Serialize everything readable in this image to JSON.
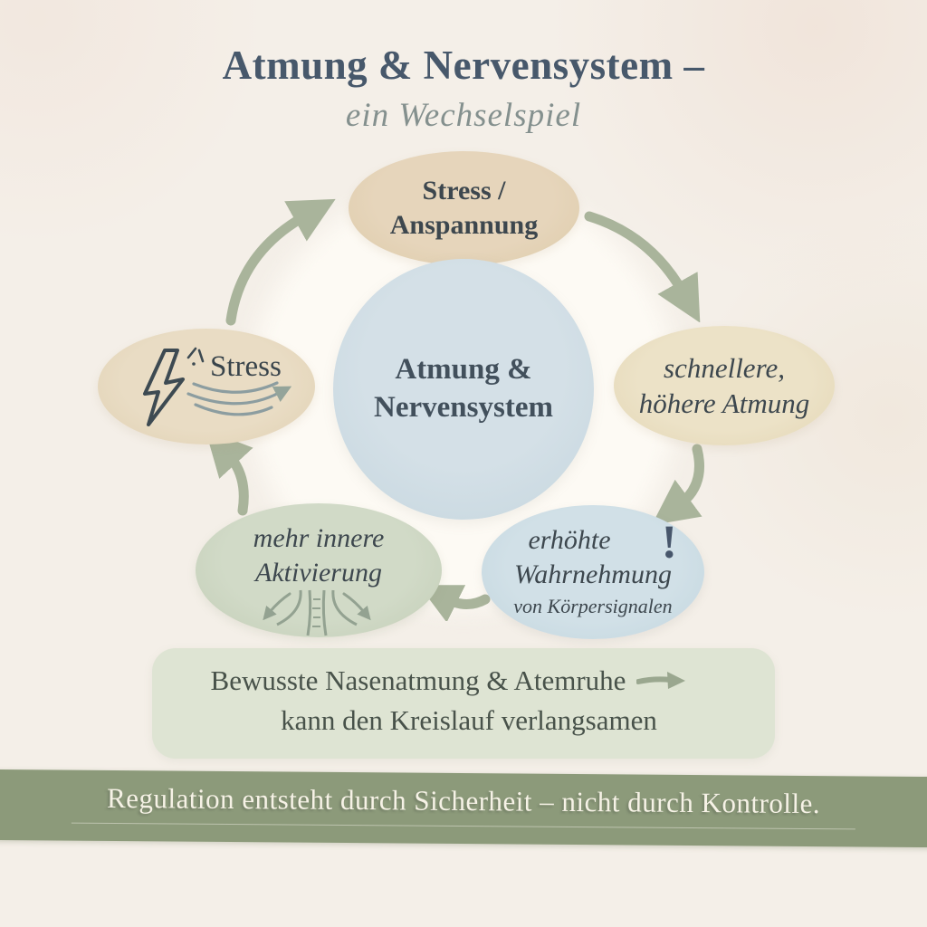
{
  "header": {
    "title": "Atmung & Nervensystem –",
    "subtitle": "ein Wechselspiel"
  },
  "center_node": {
    "line1": "Atmung &",
    "line2": "Nervensystem"
  },
  "nodes": {
    "stress_anspannung": {
      "line1": "Stress /",
      "line2": "Anspannung"
    },
    "schnellere_atmung": {
      "line1": "schnellere,",
      "line2": "höhere Atmung"
    },
    "erhoehte_wahrnehmung": {
      "line1": "erhöhte",
      "line2": "Wahrnehmung",
      "line3": "von Körpersignalen",
      "exclamation": "!"
    },
    "innere_aktivierung": {
      "line1": "mehr innere",
      "line2": "Aktivierung"
    },
    "stress": {
      "label": "Stress"
    }
  },
  "callout": {
    "line1": "Bewusste Nasenatmung & Atemruhe",
    "arrow_glyph": "→",
    "line2": "kann den Kreislauf verlangsamen"
  },
  "footer": {
    "text": "Regulation entsteht durch Sicherheit – nicht durch Kontrolle."
  },
  "icons": {
    "lightning": "lightning-bolt-icon",
    "breath_waves": "breath-waves-icon",
    "nerves": "nerve-branches-icon",
    "exclamation": "exclamation-icon",
    "cycle_arrows": "curved-arrow-icon",
    "callout_arrow": "right-arrow-icon"
  },
  "colors": {
    "background": "#f4efe8",
    "halo": "#fdfaf4",
    "ellipse_tan": "#e4d3b8",
    "ellipse_cream": "#ebe1c6",
    "ellipse_blue": "#cfdfe6",
    "ellipse_sage": "#cfd8c6",
    "center_blue": "#d2dfe6",
    "callout_bg": "#dee4d3",
    "footer_bg": "#8c9a7a",
    "arrow_green": "#a9b49b",
    "title_text": "#47586b",
    "subtitle_text": "#84908e",
    "node_text": "#3d474e",
    "footer_text": "#f6f2e6"
  }
}
